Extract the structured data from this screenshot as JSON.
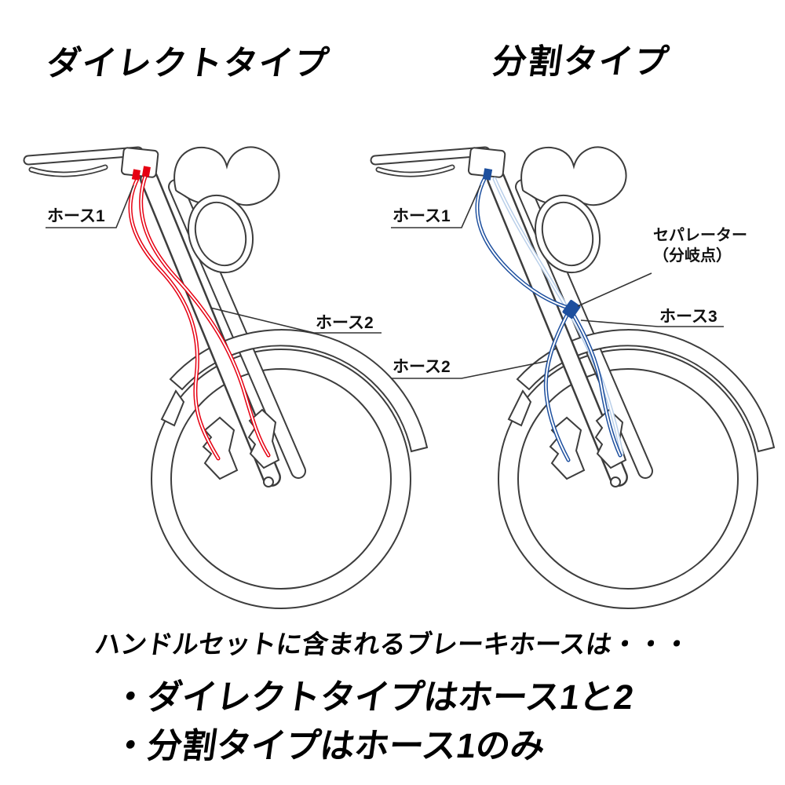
{
  "diagram_left": {
    "title": "ダイレクトタイプ",
    "hose_color": "#e60012",
    "labels": {
      "hose1": "ホース1",
      "hose2": "ホース2"
    }
  },
  "diagram_right": {
    "title": "分割タイプ",
    "hose_color": "#1d4f9e",
    "hose_color_light": "#b9cfe9",
    "labels": {
      "hose1": "ホース1",
      "hose2": "ホース2",
      "hose3": "ホース3",
      "separator_line1": "セパレーター",
      "separator_line2": "（分岐点）"
    }
  },
  "footer": {
    "intro": "ハンドルセットに含まれるブレーキホースは・・・",
    "bullets": [
      "・ダイレクトタイプはホース1と2",
      "・分割タイプはホース1のみ"
    ]
  }
}
